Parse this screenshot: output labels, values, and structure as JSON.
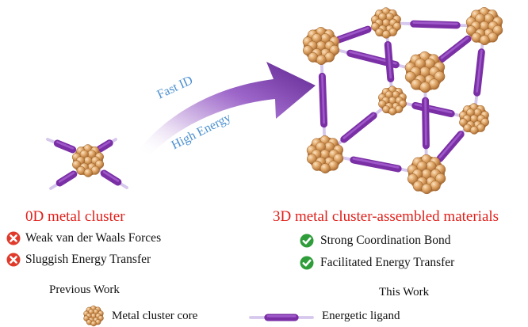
{
  "arrow": {
    "label_top": "Fast ID",
    "label_bottom": "High Energy",
    "label_color": "#4a8fd0"
  },
  "left_panel": {
    "title": "0D metal cluster",
    "items": [
      {
        "text": "Weak van der Waals Forces",
        "icon": "red-cross-icon"
      },
      {
        "text": "Sluggish Energy Transfer",
        "icon": "red-cross-icon"
      }
    ],
    "caption": "Previous Work"
  },
  "right_panel": {
    "title": "3D metal cluster-assembled materials",
    "items": [
      {
        "text": "Strong Coordination Bond",
        "icon": "green-check-icon"
      },
      {
        "text": "Facilitated Energy Transfer",
        "icon": "green-check-icon"
      }
    ],
    "caption": "This Work"
  },
  "legend": {
    "cluster": "Metal cluster core",
    "ligand": "Energetic ligand"
  },
  "colors": {
    "title_red": "#e0201b",
    "cluster_orange": "#d9a466",
    "ligand_purple": "#7a2fa5",
    "ligand_light": "#d6c7ec",
    "arrow_purple": "#6b2f9e",
    "check_green": "#2e9d3a",
    "cross_red": "#e03a2a"
  }
}
